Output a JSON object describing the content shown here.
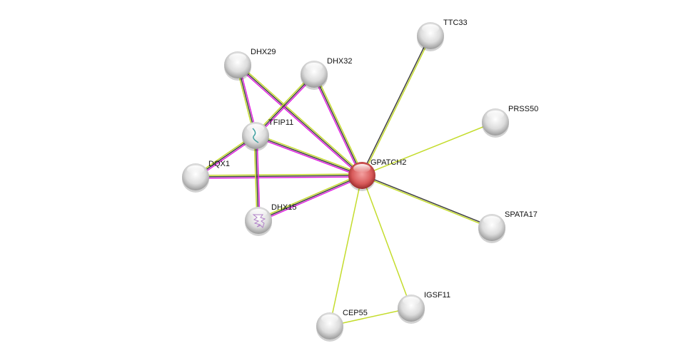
{
  "network": {
    "nodes": [
      {
        "id": "GPATCH2",
        "label": "GPATCH2",
        "query": true,
        "color": "#d85a5a"
      },
      {
        "id": "TTC33",
        "label": "TTC33"
      },
      {
        "id": "PRSS50",
        "label": "PRSS50"
      },
      {
        "id": "SPATA17",
        "label": "SPATA17"
      },
      {
        "id": "IGSF11",
        "label": "IGSF11"
      },
      {
        "id": "CEP55",
        "label": "CEP55"
      },
      {
        "id": "DHX29",
        "label": "DHX29"
      },
      {
        "id": "DHX32",
        "label": "DHX32"
      },
      {
        "id": "TFIP11",
        "label": "TFIP11",
        "structure": "ribbon"
      },
      {
        "id": "DQX1",
        "label": "DQX1"
      },
      {
        "id": "DHX15",
        "label": "DHX15",
        "structure": "protein"
      }
    ],
    "edges": [
      {
        "source": "GPATCH2",
        "target": "TTC33",
        "evidence": [
          "coexpression",
          "textmining"
        ]
      },
      {
        "source": "GPATCH2",
        "target": "PRSS50",
        "evidence": [
          "textmining"
        ]
      },
      {
        "source": "GPATCH2",
        "target": "SPATA17",
        "evidence": [
          "coexpression",
          "textmining"
        ]
      },
      {
        "source": "GPATCH2",
        "target": "IGSF11",
        "evidence": [
          "textmining"
        ]
      },
      {
        "source": "GPATCH2",
        "target": "CEP55",
        "evidence": [
          "textmining"
        ]
      },
      {
        "source": "CEP55",
        "target": "IGSF11",
        "evidence": [
          "textmining"
        ]
      },
      {
        "source": "GPATCH2",
        "target": "DHX29",
        "evidence": [
          "experiments",
          "coexpression",
          "textmining"
        ]
      },
      {
        "source": "GPATCH2",
        "target": "DHX32",
        "evidence": [
          "experiments",
          "coexpression",
          "textmining"
        ]
      },
      {
        "source": "GPATCH2",
        "target": "TFIP11",
        "evidence": [
          "experiments",
          "coexpression",
          "textmining"
        ]
      },
      {
        "source": "GPATCH2",
        "target": "DQX1",
        "evidence": [
          "experiments",
          "coexpression",
          "textmining"
        ]
      },
      {
        "source": "GPATCH2",
        "target": "DHX15",
        "evidence": [
          "experiments",
          "coexpression",
          "textmining"
        ]
      },
      {
        "source": "DHX29",
        "target": "TFIP11",
        "evidence": [
          "experiments",
          "coexpression",
          "textmining"
        ]
      },
      {
        "source": "DHX32",
        "target": "TFIP11",
        "evidence": [
          "experiments",
          "coexpression",
          "textmining"
        ]
      },
      {
        "source": "TFIP11",
        "target": "DQX1",
        "evidence": [
          "experiments",
          "coexpression",
          "textmining"
        ]
      },
      {
        "source": "TFIP11",
        "target": "DHX15",
        "evidence": [
          "experiments",
          "coexpression",
          "textmining"
        ]
      }
    ],
    "evidence_colors": {
      "experiments": "#e020e0",
      "coexpression": "#404040",
      "textmining": "#c4dc2c"
    },
    "node_color": "#d8d8d8"
  }
}
